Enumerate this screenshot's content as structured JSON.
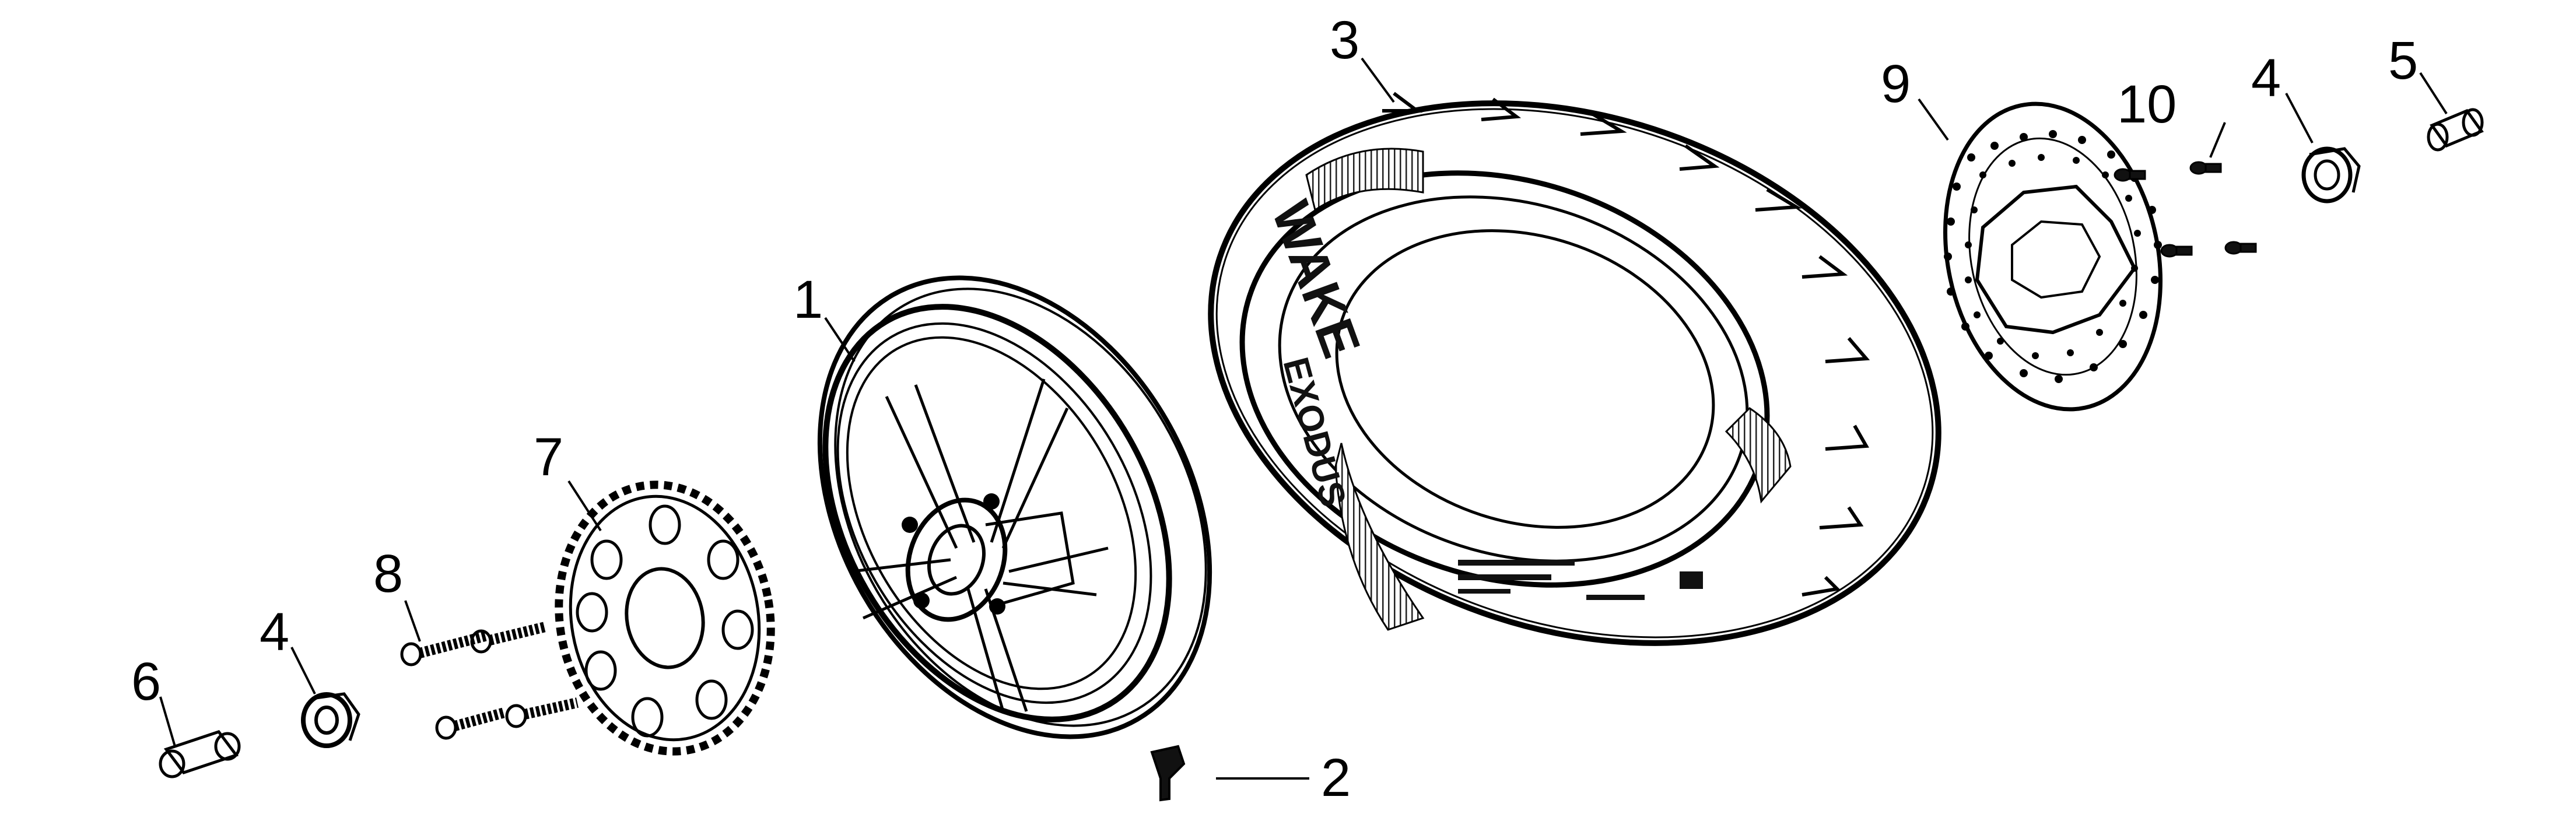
{
  "diagram": {
    "tyre_brand": "WAKE",
    "tyre_model": "EXODUS",
    "callouts": [
      {
        "id": "c1",
        "label": "1",
        "part": "rim"
      },
      {
        "id": "c2",
        "label": "2",
        "part": "valve"
      },
      {
        "id": "c3",
        "label": "3",
        "part": "tyre"
      },
      {
        "id": "c4a",
        "label": "4",
        "part": "bearing"
      },
      {
        "id": "c4b",
        "label": "4",
        "part": "bearing"
      },
      {
        "id": "c5",
        "label": "5",
        "part": "spacer"
      },
      {
        "id": "c6",
        "label": "6",
        "part": "spacer"
      },
      {
        "id": "c7",
        "label": "7",
        "part": "sprocket"
      },
      {
        "id": "c8",
        "label": "8",
        "part": "sprocket-bolt"
      },
      {
        "id": "c9",
        "label": "9",
        "part": "brake-disc"
      },
      {
        "id": "c10",
        "label": "10",
        "part": "disc-bolt"
      }
    ]
  }
}
